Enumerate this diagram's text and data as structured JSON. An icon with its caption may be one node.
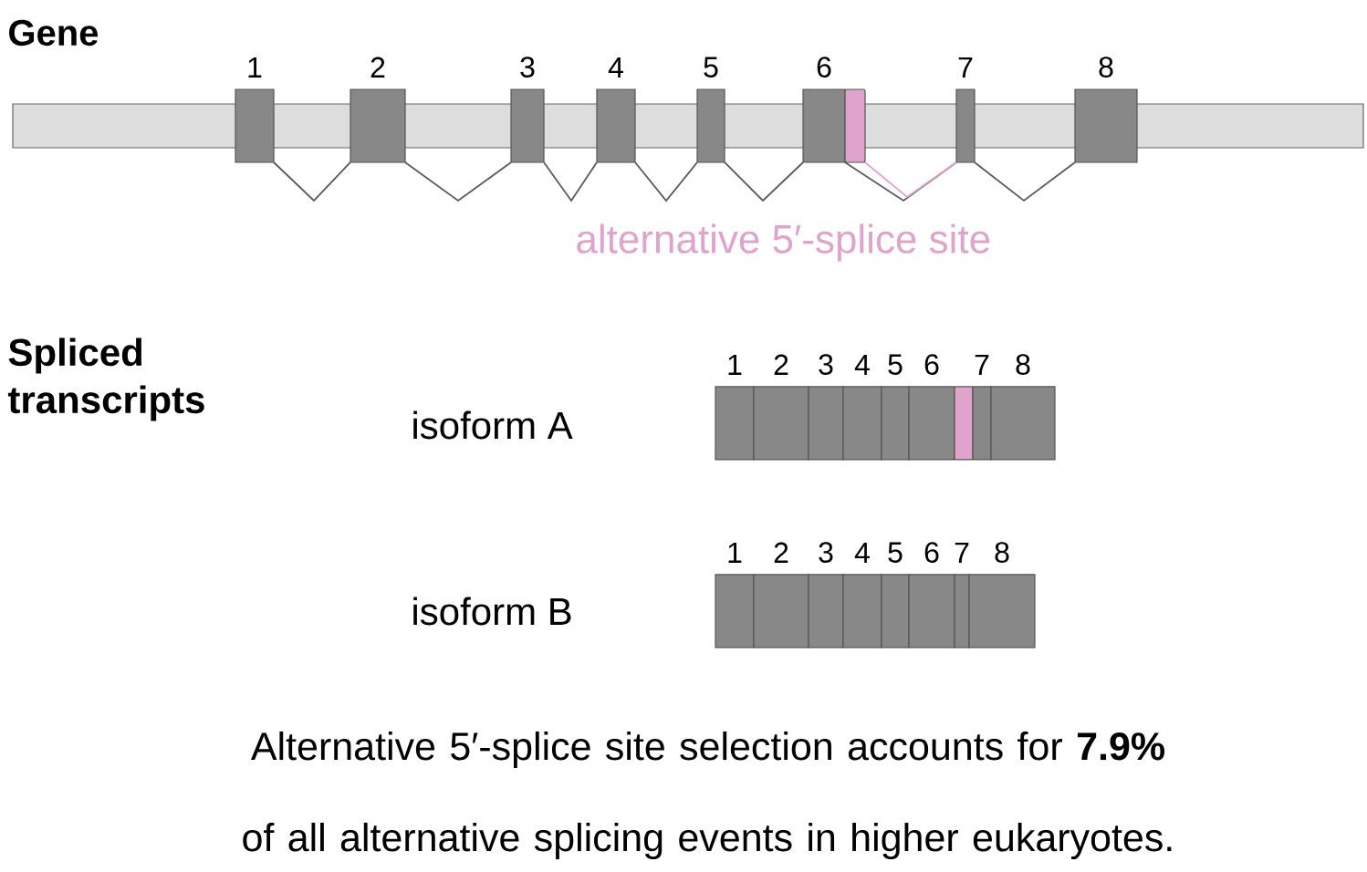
{
  "diagram": {
    "caption": "Alternative 5′-splice site selection accounts for **7.9%** of all alternative splicing events in higher eukaryotes.",
    "nodes": [
      {
        "text": [],
        "shape": "bar"
      },
      {
        "text": [
          "1"
        ]
      },
      {
        "text": [
          "2"
        ]
      },
      {
        "text": [
          "3"
        ]
      },
      {
        "text": [
          "4"
        ]
      },
      {
        "text": [
          "5"
        ]
      },
      {
        "text": [
          "6"
        ]
      },
      {
        "text": [],
        "shape": "box"
      },
      {
        "text": [
          "7"
        ]
      },
      {
        "text": [
          "8"
        ]
      },
      {
        "text": [
          "1"
        ]
      },
      {
        "text": [
          "2"
        ]
      },
      {
        "text": [
          "3"
        ]
      },
      {
        "text": [
          "4"
        ]
      },
      {
        "text": [
          "5"
        ]
      },
      {
        "text": [
          "6"
        ]
      },
      {
        "text": [],
        "shape": "box"
      },
      {
        "text": [
          "7"
        ]
      },
      {
        "text": [
          "8"
        ]
      },
      {
        "text": [
          "1"
        ]
      },
      {
        "text": [
          "2"
        ]
      },
      {
        "text": [
          "3"
        ]
      },
      {
        "text": [
          "4"
        ]
      },
      {
        "text": [
          "5"
        ]
      },
      {
        "text": [
          "6"
        ]
      },
      {
        "text": [
          "7"
        ]
      },
      {
        "text": [
          "8"
        ]
      }
    ],
    "edges": [
      {
        "from": 1,
        "to": 2,
        "arrow": "none"
      },
      {
        "from": 2,
        "to": 3,
        "arrow": "none"
      },
      {
        "from": 3,
        "to": 4,
        "arrow": "none"
      },
      {
        "from": 4,
        "to": 5,
        "arrow": "none"
      },
      {
        "from": 5,
        "to": 6,
        "arrow": "none"
      },
      {
        "from": 6,
        "to": 8,
        "arrow": "none"
      },
      {
        "from": 7,
        "to": 8,
        "arrow": "none",
        "color": "#e0a3cc"
      },
      {
        "from": 8,
        "to": 9,
        "arrow": "none"
      }
    ],
    "labels": [
      "Gene",
      "alternative 5′-splice site",
      "Spliced transcripts",
      "isoform A",
      "isoform B"
    ]
  }
}
